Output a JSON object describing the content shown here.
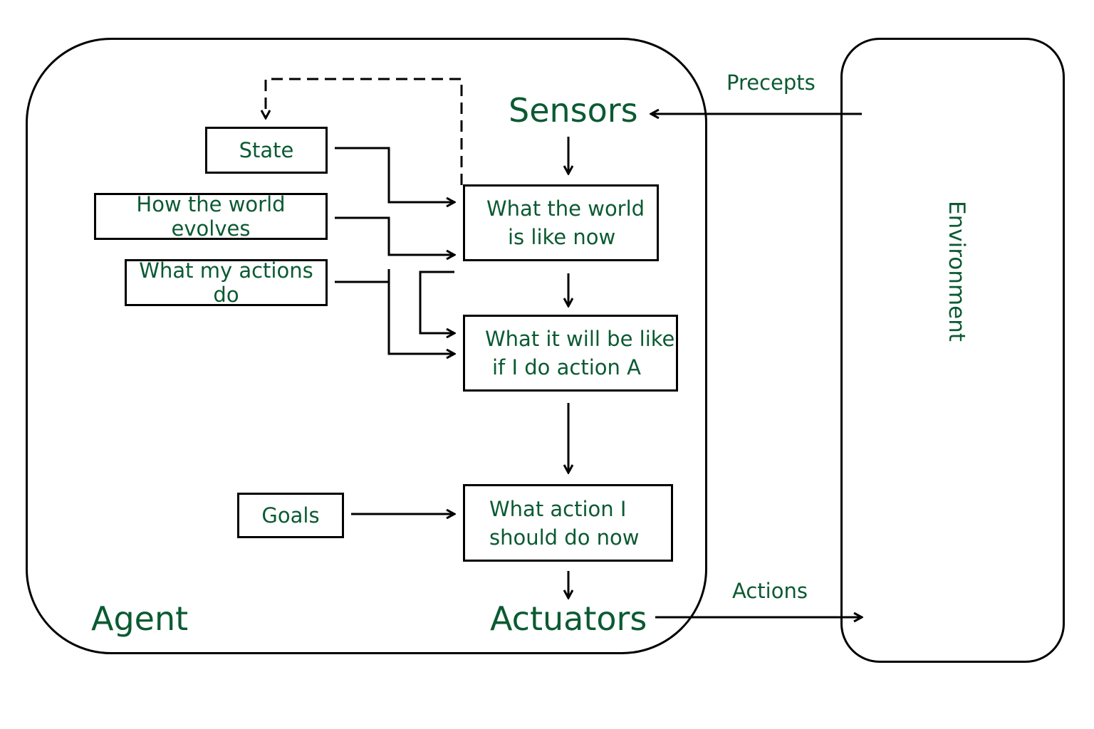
{
  "agent": {
    "label": "Agent",
    "sensors": "Sensors",
    "actuators": "Actuators",
    "boxes": {
      "state": "State",
      "world_evolves": "How the world evolves",
      "actions_do": "What my actions do",
      "goals": "Goals",
      "world_now": [
        "What the world",
        "is like now"
      ],
      "will_be": [
        "What it will be like",
        "if I do action A"
      ],
      "action_now": [
        "What action I",
        "should do now"
      ]
    }
  },
  "environment": {
    "label": "Environment"
  },
  "edges": {
    "precepts": "Precepts",
    "actions": "Actions"
  },
  "colors": {
    "text": "#0b5a32",
    "line": "#000000"
  }
}
